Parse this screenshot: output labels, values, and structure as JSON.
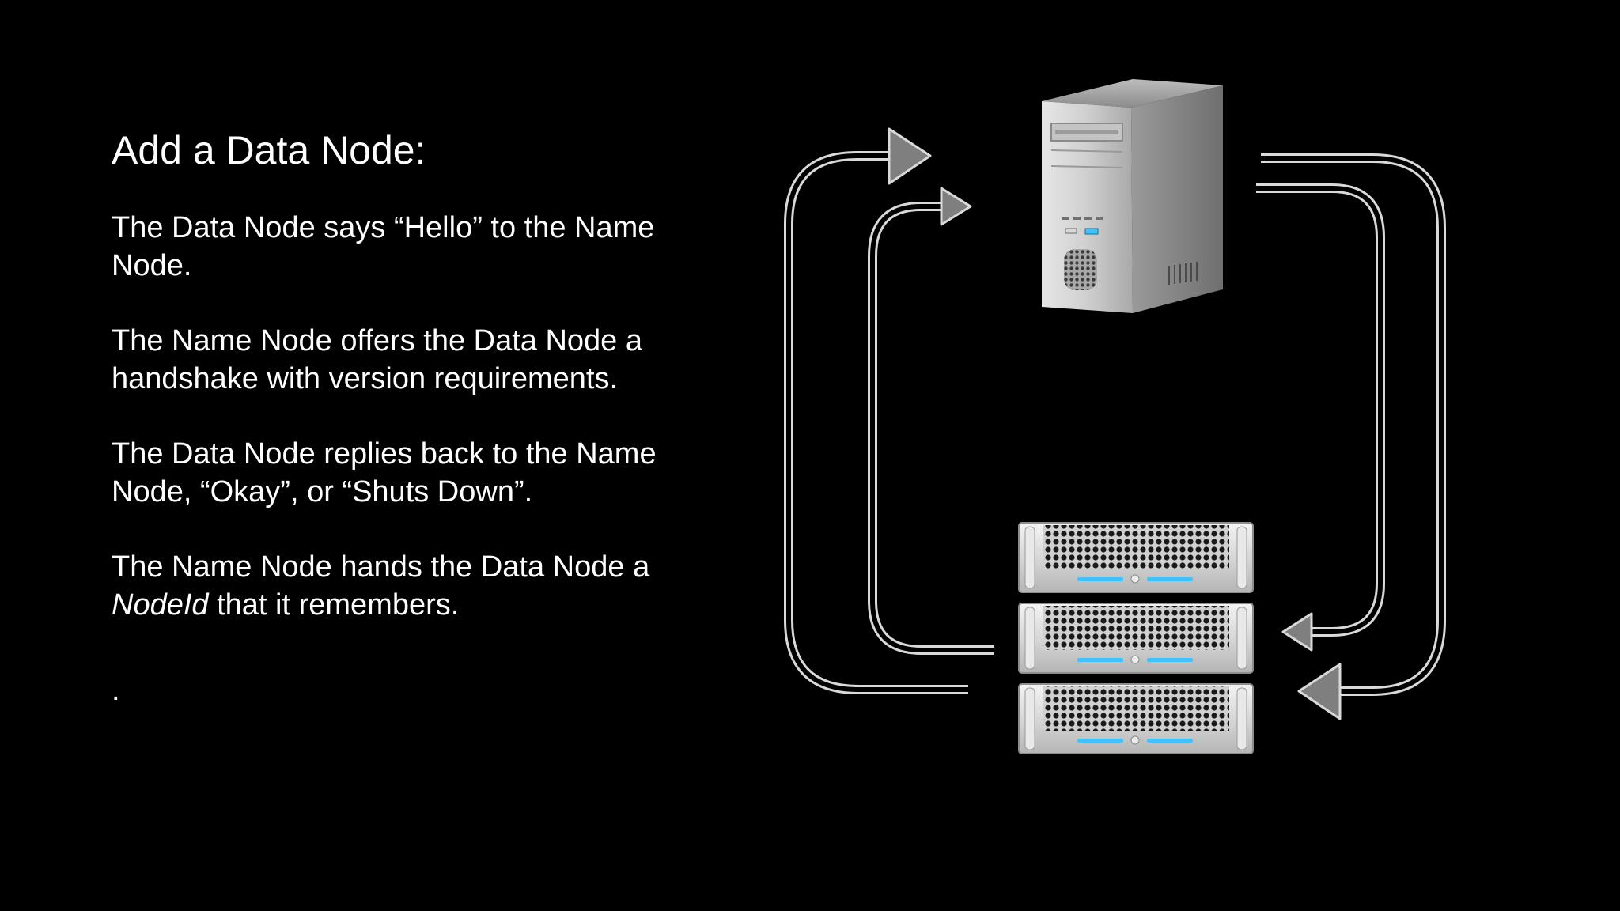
{
  "slide": {
    "title": "Add a Data Node:",
    "paragraphs": [
      {
        "text": "The Data Node says “Hello” to the Name Node."
      },
      {
        "text": "The Name Node offers the Data Node a handshake with version requirements."
      },
      {
        "text": "The Data Node replies back to the Name Node, “Okay”, or “Shuts Down”."
      },
      {
        "text_em": "NodeId",
        "text_rest": " that it remembers.",
        "text_prefix": "The Name Node hands the Data Node a"
      }
    ],
    "trailing": "."
  },
  "diagram": {
    "nodes": [
      {
        "id": "name-node",
        "icon": "tower-server-icon"
      },
      {
        "id": "data-node",
        "icon": "rack-server-stack-icon"
      }
    ],
    "edges": [
      {
        "from": "data-node",
        "to": "name-node",
        "side": "left",
        "lane": "outer"
      },
      {
        "from": "data-node",
        "to": "name-node",
        "side": "left",
        "lane": "inner"
      },
      {
        "from": "name-node",
        "to": "data-node",
        "side": "right",
        "lane": "inner"
      },
      {
        "from": "name-node",
        "to": "data-node",
        "side": "right",
        "lane": "outer"
      }
    ],
    "colors": {
      "background": "#000000",
      "arrow_outline": "#d9d9d9",
      "arrow_fill": "#7f7f7f",
      "server_body": "#b8b8b8",
      "led": "#3fc3ff"
    }
  }
}
